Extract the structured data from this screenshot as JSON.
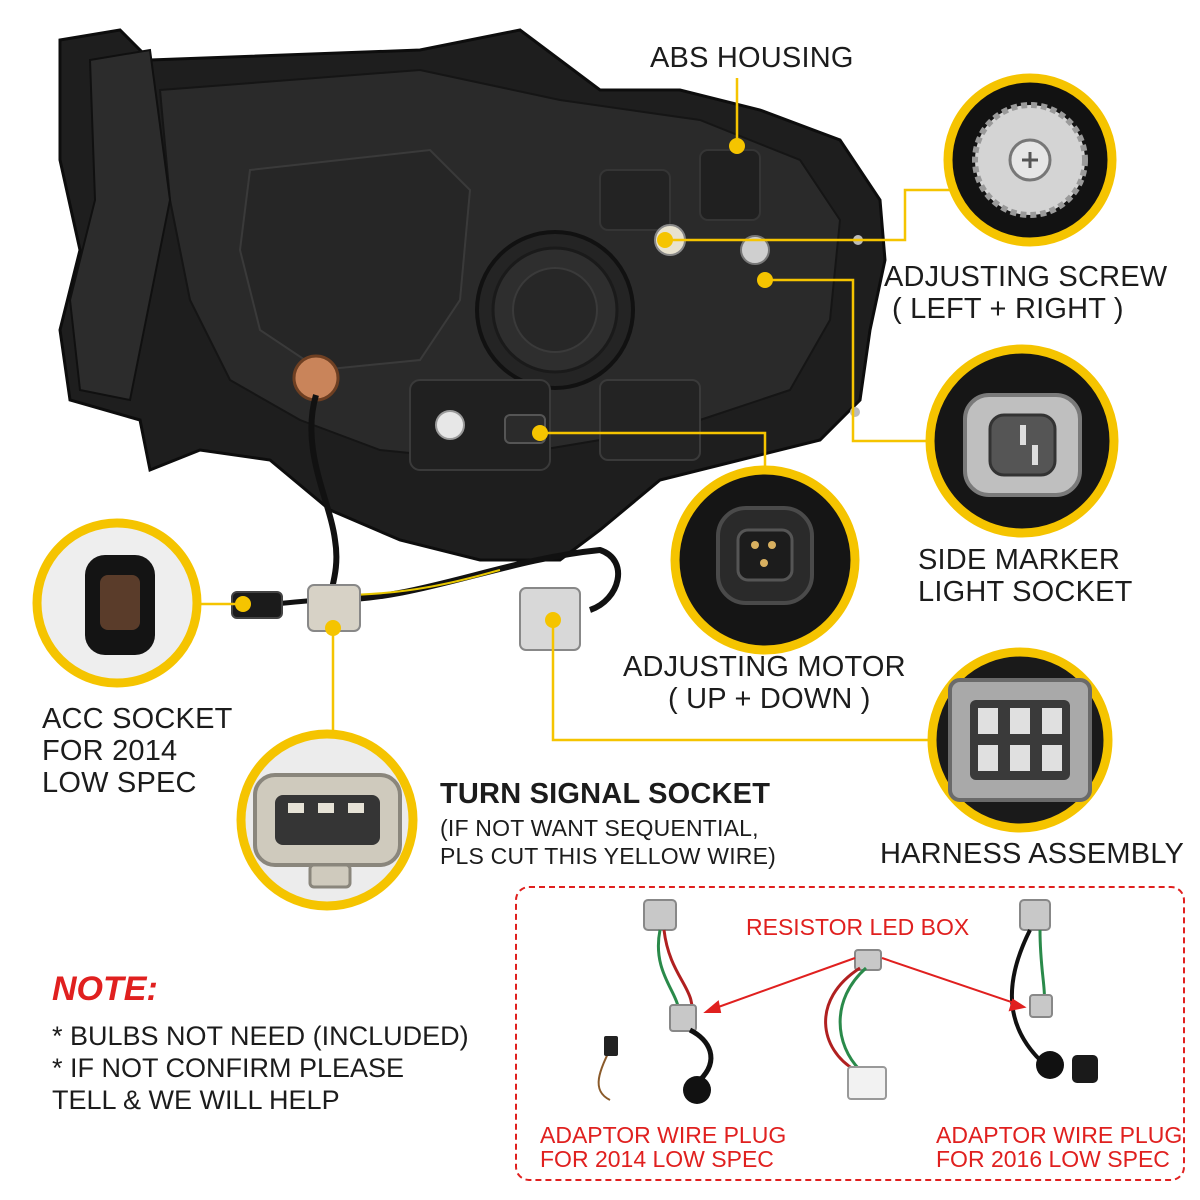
{
  "labels": {
    "abs_housing": "ABS HOUSING",
    "adjusting_screw_1": "ADJUSTING SCREW",
    "adjusting_screw_2": "( LEFT + RIGHT )",
    "side_marker_1": "SIDE MARKER",
    "side_marker_2": "LIGHT SOCKET",
    "adjusting_motor_1": "ADJUSTING MOTOR",
    "adjusting_motor_2": "( UP + DOWN )",
    "harness_assembly": "HARNESS ASSEMBLY",
    "acc_socket_1": "ACC SOCKET",
    "acc_socket_2": "FOR 2014",
    "acc_socket_3": "LOW SPEC",
    "turn_signal_title": "TURN SIGNAL SOCKET",
    "turn_signal_note_1": "(IF NOT WANT SEQUENTIAL,",
    "turn_signal_note_2": "PLS CUT THIS YELLOW WIRE)"
  },
  "note": {
    "title": "NOTE:",
    "line1": "* BULBS NOT NEED (INCLUDED)",
    "line2": "* IF NOT CONFIRM PLEASE",
    "line3": "TELL & WE WILL HELP"
  },
  "accessories": {
    "resistor": "RESISTOR LED BOX",
    "adaptor_2014_1": "ADAPTOR WIRE PLUG",
    "adaptor_2014_2": "FOR 2014 LOW SPEC",
    "adaptor_2016_1": "ADAPTOR WIRE PLUG",
    "adaptor_2016_2": "FOR 2016 LOW SPEC"
  },
  "colors": {
    "accent": "#f5c400",
    "note_red": "#e0201f",
    "housing": "#1c1c1c"
  }
}
